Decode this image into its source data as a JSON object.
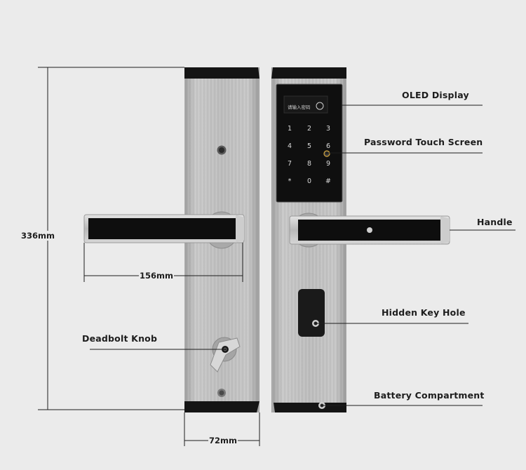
{
  "dimensions": {
    "height": "336mm",
    "handle_length": "156mm",
    "width": "72mm"
  },
  "callouts": {
    "oled_display": "OLED Display",
    "password_touch_screen": "Password Touch Screen",
    "handle": "Handle",
    "hidden_key_hole": "Hidden Key Hole",
    "deadbolt_knob": "Deadbolt Knob",
    "battery_compartment": "Battery Compartment"
  },
  "keypad": {
    "screen_text": "请输入密码",
    "keys": [
      "1",
      "2",
      "3",
      "4",
      "5",
      "6",
      "7",
      "8",
      "9",
      "*",
      "0",
      "#"
    ]
  },
  "colors": {
    "background": "#ebebeb",
    "steel": "#b9b9b9",
    "black_panel": "#111111",
    "line": "#1e1e1e"
  }
}
